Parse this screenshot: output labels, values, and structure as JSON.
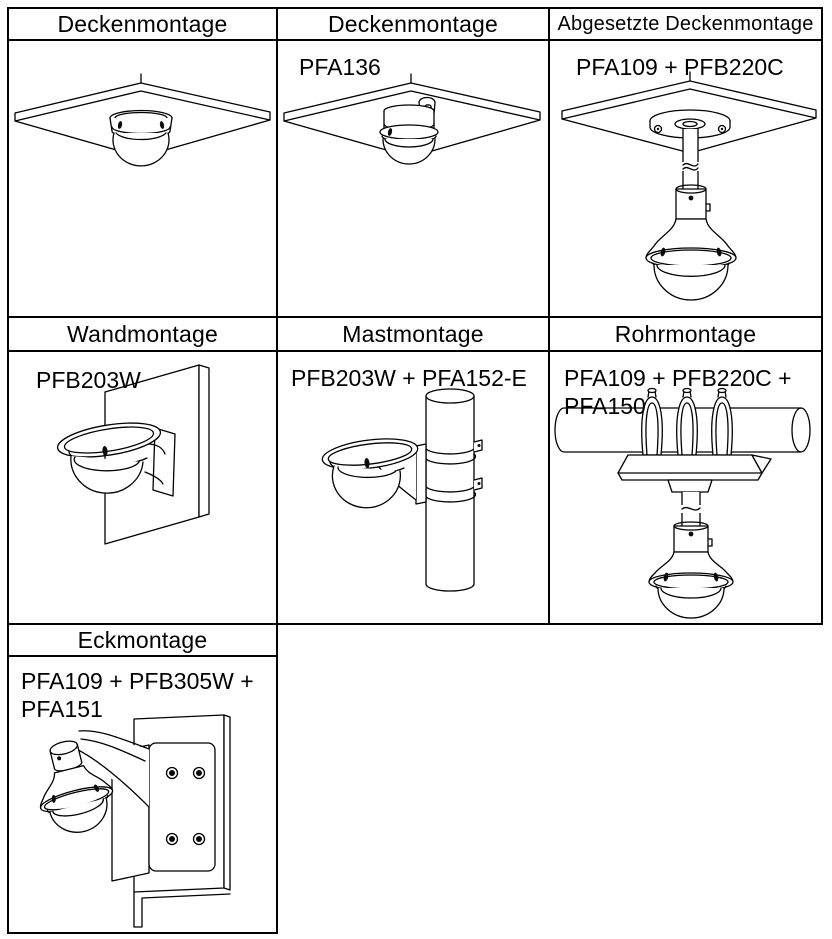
{
  "colors": {
    "background": "#ffffff",
    "border": "#000000",
    "text": "#000000",
    "line_art": "#000000"
  },
  "cells": {
    "ceiling1": {
      "header": "Deckenmontage",
      "product": ""
    },
    "ceiling2": {
      "header": "Deckenmontage",
      "product": "PFA136"
    },
    "pendant": {
      "header": "Abgesetzte Deckenmontage",
      "product": "PFA109 + PFB220C"
    },
    "wall": {
      "header": "Wandmontage",
      "product": "PFB203W"
    },
    "pole": {
      "header": "Mastmontage",
      "product": "PFB203W + PFA152-E"
    },
    "pipe": {
      "header": "Rohrmontage",
      "product": "PFA109 + PFB220C + PFA150"
    },
    "corner": {
      "header": "Eckmontage",
      "product": "PFA109 + PFB305W + PFA151"
    }
  },
  "illustrations": {
    "ceiling1": "dome-camera-on-ceiling",
    "ceiling2": "dome-camera-with-adapter-box-on-ceiling",
    "pendant": "pendant-mount-dome-camera-under-ceiling",
    "wall": "dome-camera-on-wall-bracket",
    "pole": "dome-camera-strapped-to-pole",
    "pipe": "pendant-dome-camera-under-horizontal-pipe",
    "corner": "pendant-dome-camera-on-corner-bracket"
  }
}
